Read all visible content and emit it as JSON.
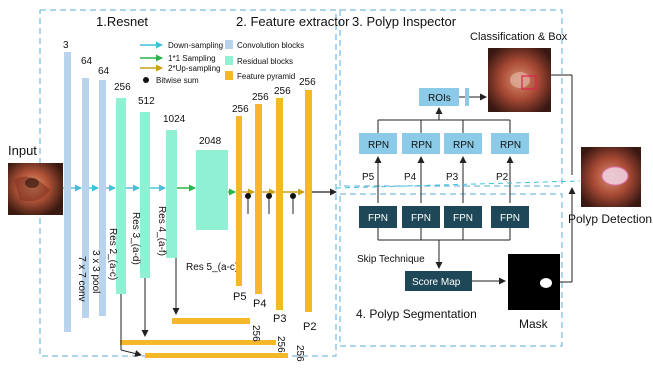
{
  "sections": {
    "resnet": "1.Resnet",
    "feature_extractor": "2. Feature extractor",
    "polyp_inspector": "3. Polyp Inspector",
    "polyp_segmentation": "4. Polyp Segmentation"
  },
  "legend": {
    "down_sampling": "Down-sampling",
    "sampling_1x1": "1*1 Sampling",
    "up_sampling_2x": "2*Up-sampling",
    "bitwise_sum": "Bitwise sum",
    "convolution_blocks": "Convolution blocks",
    "residual_blocks": "Residual blocks",
    "feature_pyramid": "Feature pyramid"
  },
  "input_label": "Input",
  "resnet_channels": {
    "conv": "3",
    "pool": "64",
    "res2_in": "64",
    "res2": "256",
    "res3": "512",
    "res4": "1024",
    "res5": "2048"
  },
  "resnet_blocks": {
    "conv": "7 x 7 conv",
    "pool": "3 x 3 pool",
    "res2": "Res 2_(a-c)",
    "res3": "Res 3_(a-d)",
    "res4": "Res 4_(a-f)",
    "res5": "Res 5_(a-c)"
  },
  "pyramid": {
    "p5_channels": "256",
    "p4_channels": "256",
    "p3_channels": "256",
    "p2_channels": "256",
    "p5": "P5",
    "p4": "P4",
    "p3": "P3",
    "p2": "P2",
    "h1": "256",
    "h2": "256",
    "h3": "256"
  },
  "inspector": {
    "title": "Classification & Box",
    "rois": "ROIs",
    "rpn": "RPN",
    "fpn": "FPN",
    "p5": "P5",
    "p4": "P4",
    "p3": "P3",
    "p2": "P2"
  },
  "segmentation": {
    "skip_technique": "Skip Technique",
    "score_map": "Score Map",
    "mask": "Mask"
  },
  "output_label": "Polyp Detection",
  "colors": {
    "conv": "#b9d3ec",
    "residual": "#8ff0d4",
    "pyramid": "#f5b828",
    "rpn": "#8ccbe8",
    "fpn": "#1e4857",
    "dashed": "#5aaed8",
    "arrow_down": "#3fc1d8",
    "arrow_1x1": "#2bb34a",
    "arrow_up": "#c9a11a"
  }
}
